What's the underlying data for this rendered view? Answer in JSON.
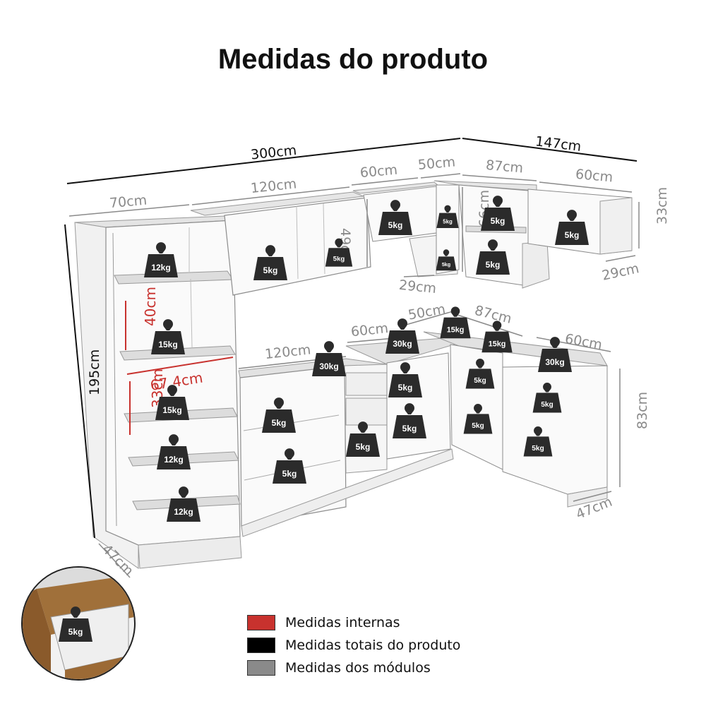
{
  "title": "Medidas do produto",
  "colors": {
    "internal": "#c8322e",
    "total": "#000000",
    "module": "#8a8a8a"
  },
  "dimensions": {
    "total_width": "300cm",
    "total_depth_side": "147cm",
    "total_height": "195cm",
    "upper_70": "70cm",
    "upper_120": "120cm",
    "upper_60": "60cm",
    "upper_50": "50cm",
    "upper_87": "87cm",
    "upper_60b": "60cm",
    "upper_49": "49cm",
    "upper_66": "66cm",
    "upper_33": "33cm",
    "upper_29a": "29cm",
    "upper_29b": "29cm",
    "lower_120": "120cm",
    "lower_60": "60cm",
    "lower_50": "50cm",
    "lower_87": "87cm",
    "lower_60b": "60cm",
    "lower_83": "83cm",
    "lower_47": "47cm",
    "tower_47": "47cm",
    "internal_40": "40cm",
    "internal_67": "67,4cm",
    "internal_33": "33cm"
  },
  "weights": {
    "w1": "12kg",
    "w2": "15kg",
    "w3": "15kg",
    "w4": "12kg",
    "w5": "12kg",
    "w6": "5kg",
    "w7": "5kg",
    "w8": "5kg",
    "w9": "5kg",
    "w10": "5kg",
    "w11": "5kg",
    "w12": "5kg",
    "w13": "5kg",
    "w14": "30kg",
    "w15": "30kg",
    "w16": "15kg",
    "w17": "15kg",
    "w18": "30kg",
    "w19": "5kg",
    "w20": "5kg",
    "w21": "5kg",
    "w22": "5kg",
    "w23": "5kg",
    "w24": "5kg",
    "w25": "5kg",
    "w26": "5kg",
    "w27": "5kg",
    "inset": "5kg"
  },
  "legend": [
    {
      "label": "Medidas internas",
      "color": "#c8322e"
    },
    {
      "label": "Medidas totais do produto",
      "color": "#000000"
    },
    {
      "label": "Medidas dos módulos",
      "color": "#8a8a8a"
    }
  ]
}
